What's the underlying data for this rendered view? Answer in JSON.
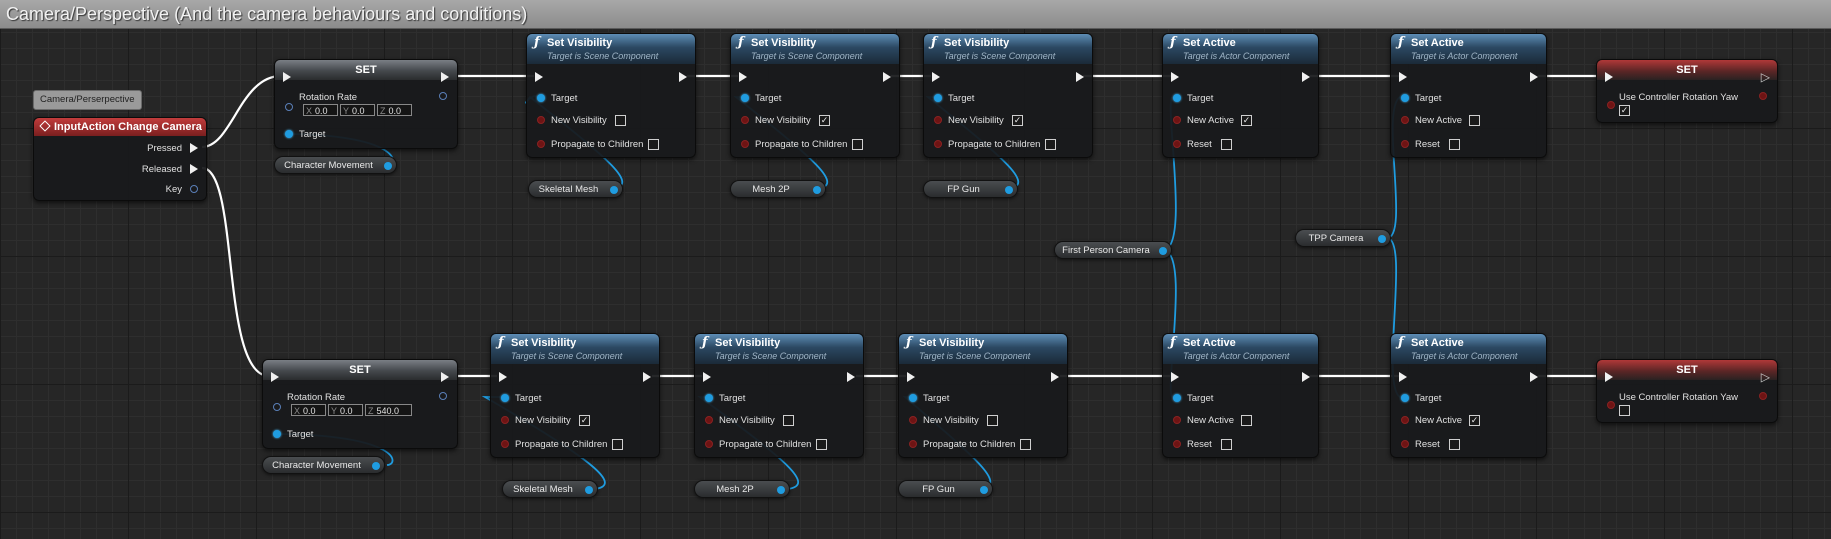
{
  "comment_title": "Camera/Perspective (And the camera behaviours and  conditions)",
  "comment_bubble": "Camera/Perserpective",
  "event": {
    "title": "InputAction Change Camera",
    "pins": [
      "Pressed",
      "Released",
      "Key"
    ]
  },
  "set_rotation_top": {
    "title": "SET",
    "label": "Rotation Rate",
    "x": "0.0",
    "y": "0.0",
    "z": "0.0",
    "target": "Target"
  },
  "set_rotation_bottom": {
    "title": "SET",
    "label": "Rotation Rate",
    "x": "0.0",
    "y": "0.0",
    "z": "540.0",
    "target": "Target"
  },
  "func": {
    "set_visibility": "Set Visibility",
    "set_active": "Set Active",
    "scene_subtitle": "Target is Scene Component",
    "actor_subtitle": "Target is Actor Component",
    "target": "Target",
    "new_visibility": "New Visibility",
    "propagate": "Propagate to Children",
    "new_active": "New Active",
    "reset": "Reset"
  },
  "vars": {
    "character_movement": "Character Movement",
    "skeletal_mesh": "Skeletal Mesh",
    "mesh_2p": "Mesh 2P",
    "fp_gun": "FP Gun",
    "first_person_camera": "First Person Camera",
    "tpp_camera": "TPP Camera"
  },
  "set_yaw": {
    "title": "SET",
    "label": "Use Controller Rotation Yaw"
  },
  "checks": {
    "top_vis": [
      false,
      true,
      true
    ],
    "top_active": [
      true,
      false
    ],
    "top_yaw": true,
    "bottom_vis": [
      true,
      false,
      false
    ],
    "bottom_active": [
      false,
      true
    ],
    "bottom_yaw": false
  },
  "colors": {
    "function_header": "#2b4862",
    "event_header": "#c23c3c",
    "object_pin": "#1f9ce0",
    "wire_exec": "#ffffff",
    "wire_object": "#1f9ce0"
  }
}
